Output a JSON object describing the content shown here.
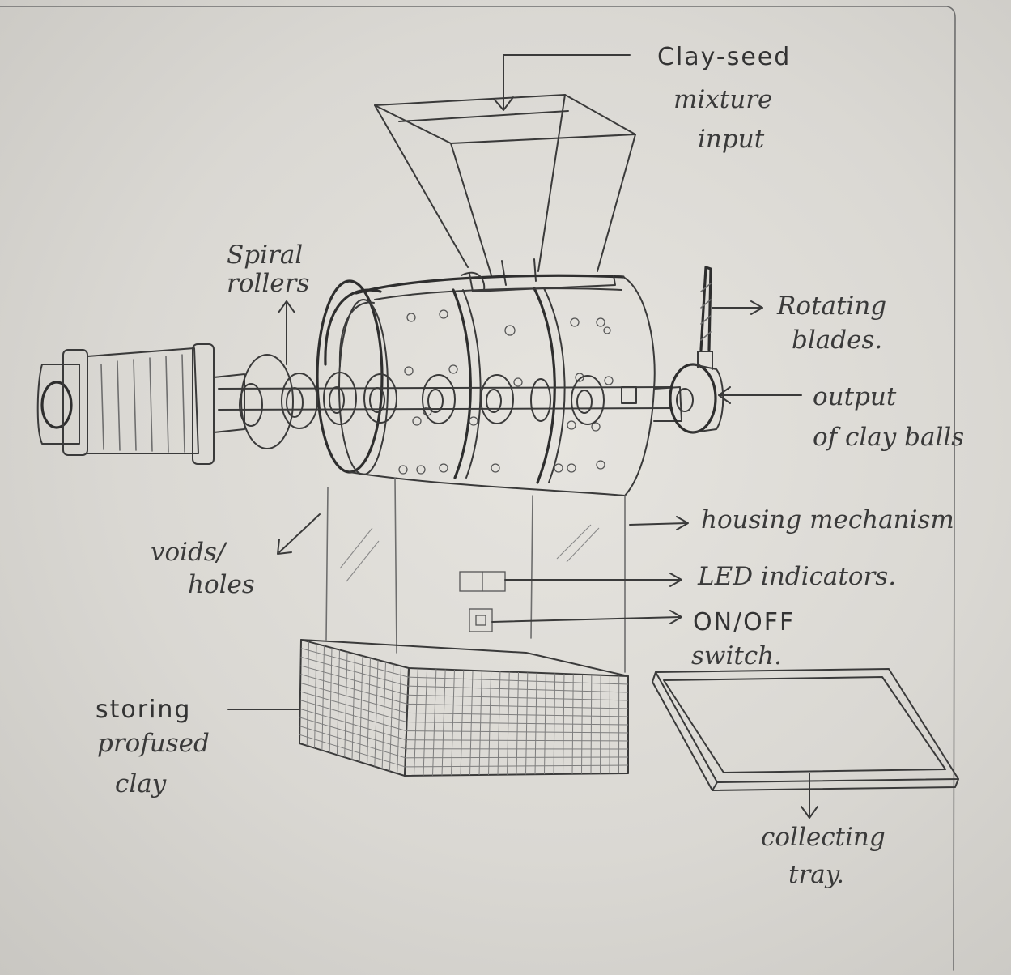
{
  "labels": {
    "clay_seed": [
      "Clay-seed",
      "mixture",
      "input"
    ],
    "spiral_rollers": [
      "Spiral",
      "rollers"
    ],
    "rotating_blades": [
      "Rotating",
      "blades."
    ],
    "output": [
      "output",
      "of clay balls"
    ],
    "housing": "housing mechanism",
    "voids": [
      "voids/",
      "holes"
    ],
    "led": "LED indicators.",
    "switch": [
      "ON/OFF",
      "switch."
    ],
    "storing": [
      "storing",
      "profused",
      "clay"
    ],
    "tray": [
      "collecting",
      "tray."
    ]
  }
}
